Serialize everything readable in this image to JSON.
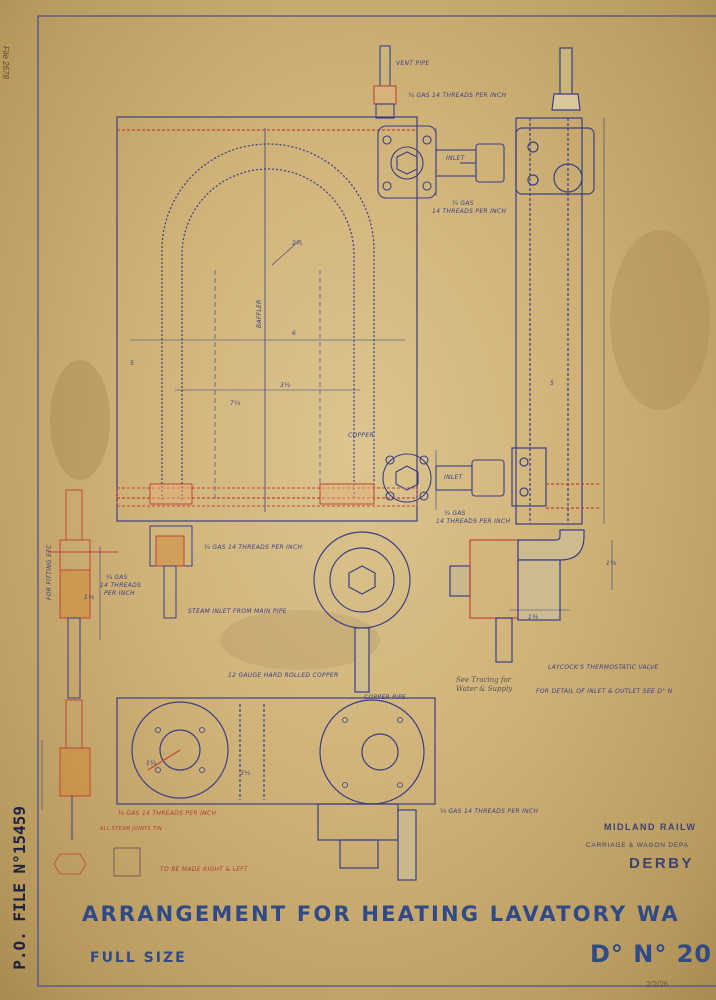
{
  "drawing": {
    "title": "ARRANGEMENT FOR HEATING LAVATORY WA",
    "scale": "FULL SIZE",
    "drawing_number": "D° N° 20",
    "company": "MIDLAND RAILW",
    "department": "CARRIAGE & WAGON DEPA",
    "town": "DERBY",
    "stamp": "P.O. FILE N°15459",
    "file_note": "File 2678",
    "corner_note": "2/2/26"
  },
  "labels": {
    "vent_pipe": "Vent Pipe",
    "vent_thread": "¼ Gas 14 Threads Per Inch",
    "inlet_top": "Inlet",
    "top_gas": "¼ Gas",
    "top_threads": "14 Threads Per Inch",
    "copper": "Copper",
    "inlet_bottom": "Inlet",
    "bottom_gas": "¼ Gas",
    "bottom_threads": "14 Threads Per Inch",
    "steam_thread": "¼ Gas 14 Threads Per Inch",
    "steam_inlet": "Steam Inlet From Main Pipe",
    "side_gas": "¼ Gas",
    "side_threads": "14 Threads",
    "side_per_inch": "Per Inch",
    "for_fitting": "For Fitting etc",
    "valve": "Laycock's Thermostatic Valve",
    "detail_ref": "For Detail of Inlet & Outlet See D° N",
    "rolled_copper": "12 Gauge Hard Rolled Copper",
    "copper_pipe": "Copper Pipe",
    "bottom_pipe_thread": "¼ Gas 14 Threads Per Inch",
    "red_thread": "¼ Gas 14 Threads Per Inch",
    "made_right_left": "To Be Made Right & Left",
    "baffler": "Baffler",
    "pencil_note": "See Tracing for Water & Supply",
    "red_small": "All Steam Joints Tin"
  },
  "dimensions": {
    "d1": "3¼",
    "d2": "6",
    "d3": "2½",
    "d4": "1¾",
    "d5": "5",
    "d6": "1⅜",
    "d7": "1⅜",
    "d8": "7¾",
    "d9": "3¼",
    "d10": "1⅛",
    "d11": "5"
  },
  "colors": {
    "ink_blue": "#3a3f86",
    "ink_red": "#c0453a",
    "copper_fill": "#d08a3a"
  }
}
